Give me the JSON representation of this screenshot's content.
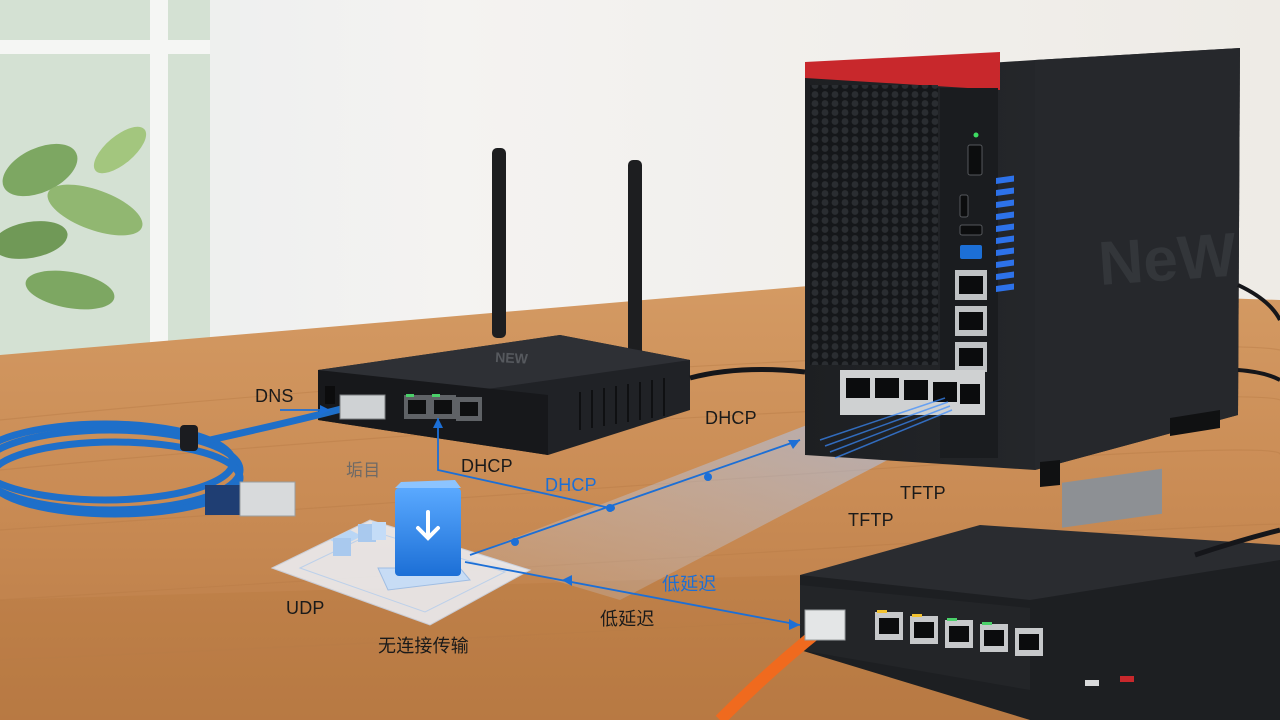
{
  "scene": {
    "server_brand": "NeW",
    "router_brand": "NEW"
  },
  "labels": {
    "dns": "DNS",
    "dhcp_left": "DHCP",
    "dhcp_center_blue": "DHCP",
    "dhcp_top": "DHCP",
    "tftp_upper": "TFTP",
    "tftp_lower": "TFTP",
    "udp": "UDP",
    "connectionless": "无连接传输",
    "low_latency_blue": "低延迟",
    "low_latency_black": "低延迟",
    "misc_garbled": "垢目"
  },
  "colors": {
    "flow_blue": "#1c6fd6",
    "cable_blue": "#1e6fc9",
    "cable_orange": "#f06a1e",
    "server_red": "#c8282c"
  },
  "icons": [
    "udp-download-icon",
    "packet-cube-icon"
  ]
}
